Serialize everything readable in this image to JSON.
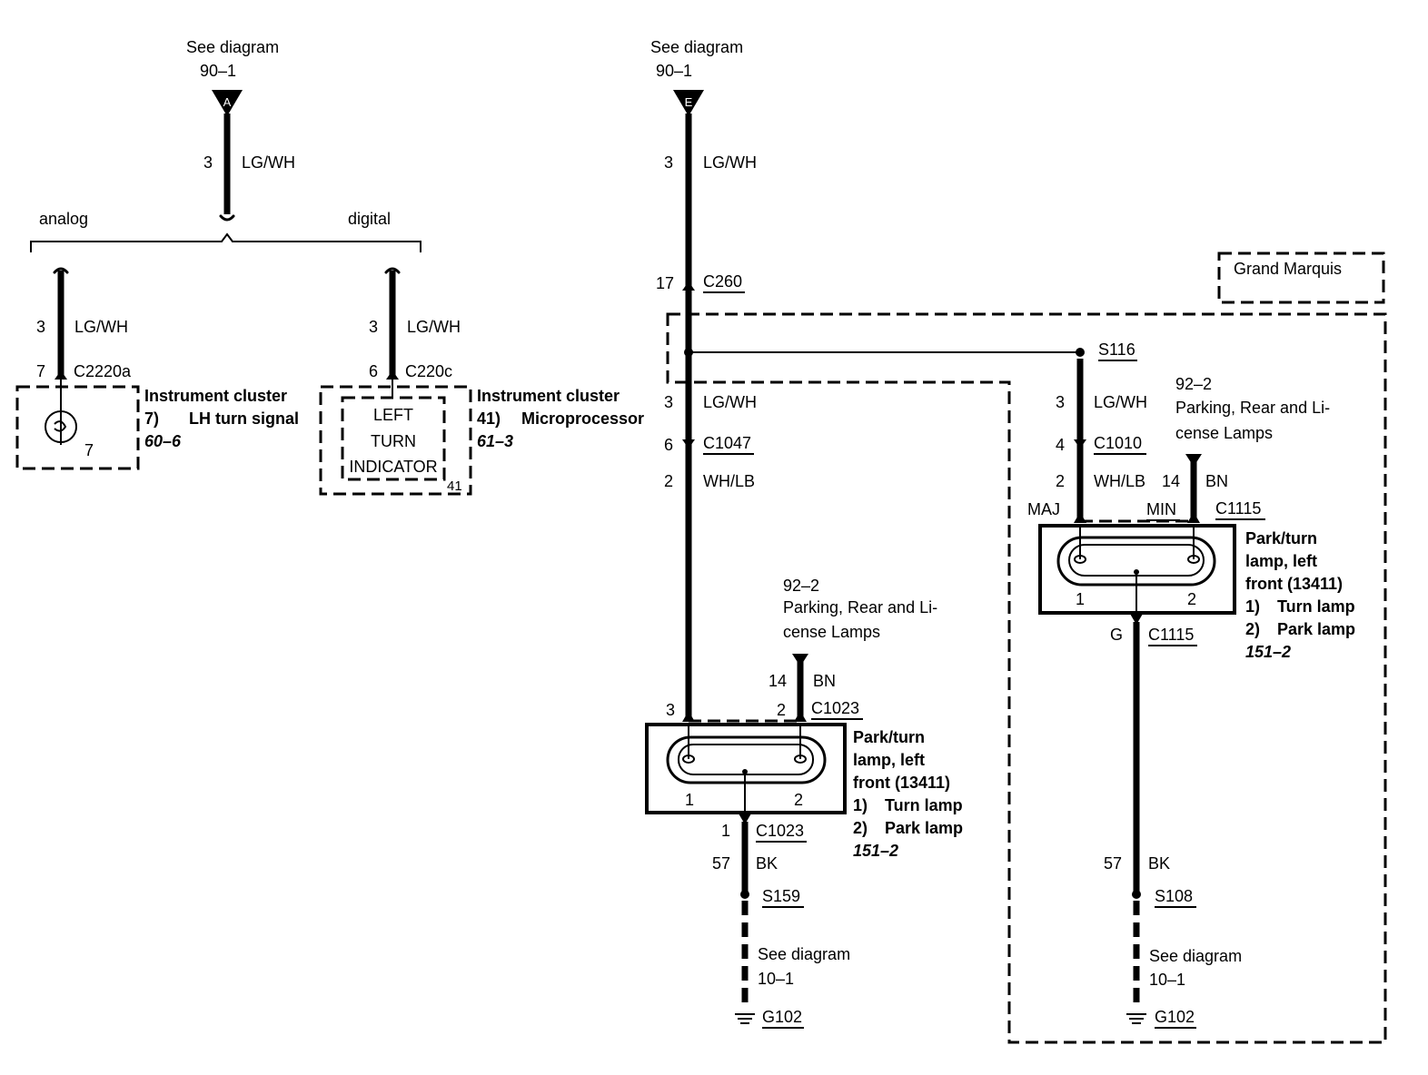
{
  "left_diagram": {
    "see_diagram": "See diagram",
    "ref": "90–1",
    "conn_letter": "A",
    "wire_top": {
      "circuit": "3",
      "color": "LG/WH"
    },
    "option_analog": "analog",
    "option_digital": "digital",
    "analog_branch": {
      "circuit": "3",
      "color": "LG/WH",
      "pin": "7",
      "connector": "C2220a",
      "component_title": "Instrument cluster",
      "item_no": "7)",
      "item_name": "LH turn signal",
      "page_ref": "60–6",
      "bulb_num": "7"
    },
    "digital_branch": {
      "circuit": "3",
      "color": "LG/WH",
      "pin": "6",
      "connector": "C220c",
      "indicator_line1": "LEFT",
      "indicator_line2": "TURN",
      "indicator_line3": "INDICATOR",
      "indicator_num": "41",
      "component_title": "Instrument cluster",
      "item_no": "41)",
      "item_name": "Microprocessor",
      "page_ref": "61–3"
    }
  },
  "right_diagram": {
    "see_diagram": "See diagram",
    "ref": "90–1",
    "conn_letter": "E",
    "wire_top": {
      "circuit": "3",
      "color": "LG/WH"
    },
    "c260": {
      "pin": "17",
      "name": "C260"
    },
    "grand_marquis": "Grand Marquis",
    "splice_s116": "S116",
    "main_wire": {
      "circuit": "3",
      "color": "LG/WH",
      "c1047_pin": "6",
      "c1047": "C1047",
      "circuit2": "2",
      "color2": "WH/LB"
    },
    "center_lamp": {
      "ref": "92–2",
      "desc1": "Parking, Rear and Li-",
      "desc2": "cense Lamps",
      "bn_circuit": "14",
      "bn_color": "BN",
      "pin3": "3",
      "pin2": "2",
      "connector": "C1023",
      "term1": "1",
      "term2": "2",
      "title1": "Park/turn",
      "title2": "lamp, left",
      "title3": "front (13411)",
      "item1": "1)",
      "item1_name": "Turn lamp",
      "item2": "2)",
      "item2_name": "Park lamp",
      "page_ref": "151–2",
      "ground_pin": "1",
      "ground_conn": "C1023",
      "ground_circuit": "57",
      "ground_color": "BK",
      "splice": "S159",
      "see_diagram": "See diagram",
      "see_ref": "10–1",
      "ground": "G102"
    },
    "gm_lamp": {
      "circuit": "3",
      "color": "LG/WH",
      "c1010_pin": "4",
      "c1010": "C1010",
      "circuit2": "2",
      "color2": "WH/LB",
      "ref": "92–2",
      "desc1": "Parking, Rear and Li-",
      "desc2": "cense Lamps",
      "bn_circuit": "14",
      "bn_color": "BN",
      "c1115": "C1115",
      "maj": "MAJ",
      "min": "MIN",
      "term1": "1",
      "term2": "2",
      "title1": "Park/turn",
      "title2": "lamp, left",
      "title3": "front (13411)",
      "item1": "1)",
      "item1_name": "Turn lamp",
      "item2": "2)",
      "item2_name": "Park lamp",
      "page_ref": "151–2",
      "g_color": "G",
      "g_conn": "C1115",
      "ground_circuit": "57",
      "ground_color": "BK",
      "splice": "S108",
      "see_diagram": "See diagram",
      "see_ref": "10–1",
      "ground": "G102"
    }
  }
}
